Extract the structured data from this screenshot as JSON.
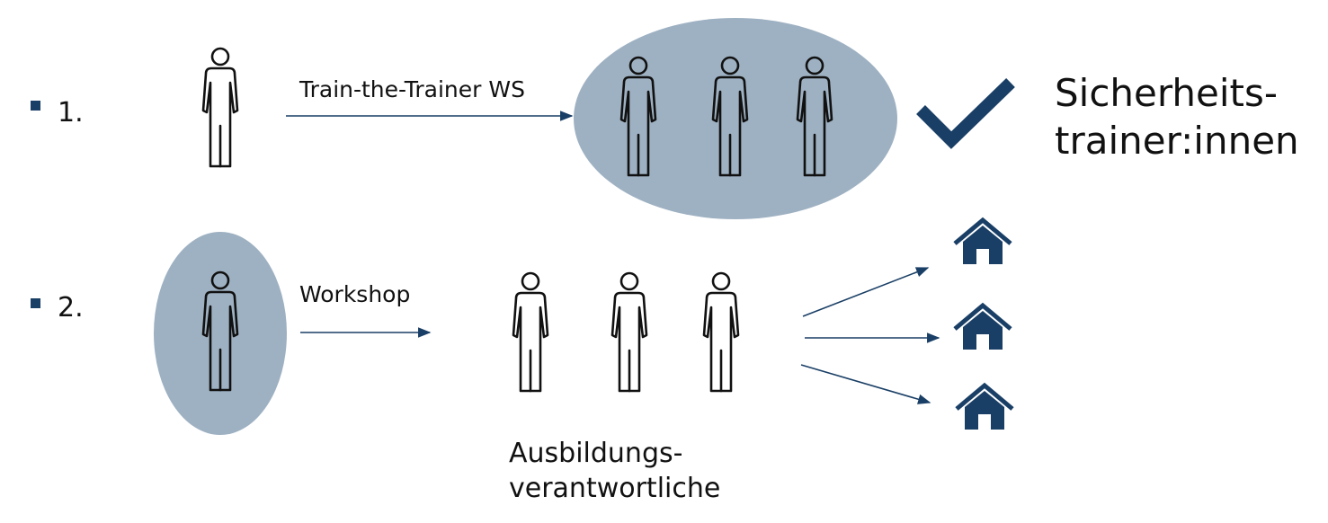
{
  "colors": {
    "accent": "#1a3f66",
    "ellipse_fill": "#9eb1c2",
    "stroke": "#111111"
  },
  "icons": {
    "person": "person-outline-icon",
    "check": "checkmark-icon",
    "house": "house-icon"
  },
  "rows": [
    {
      "number": "1.",
      "arrow_label": "Train-the-Trainer WS"
    },
    {
      "number": "2.",
      "arrow_label": "Workshop"
    }
  ],
  "result_row1": {
    "line1": "Sicherheits-",
    "line2": "trainer:innen"
  },
  "group_row2": {
    "line1": "Ausbildungs-",
    "line2": "verantwortliche"
  }
}
